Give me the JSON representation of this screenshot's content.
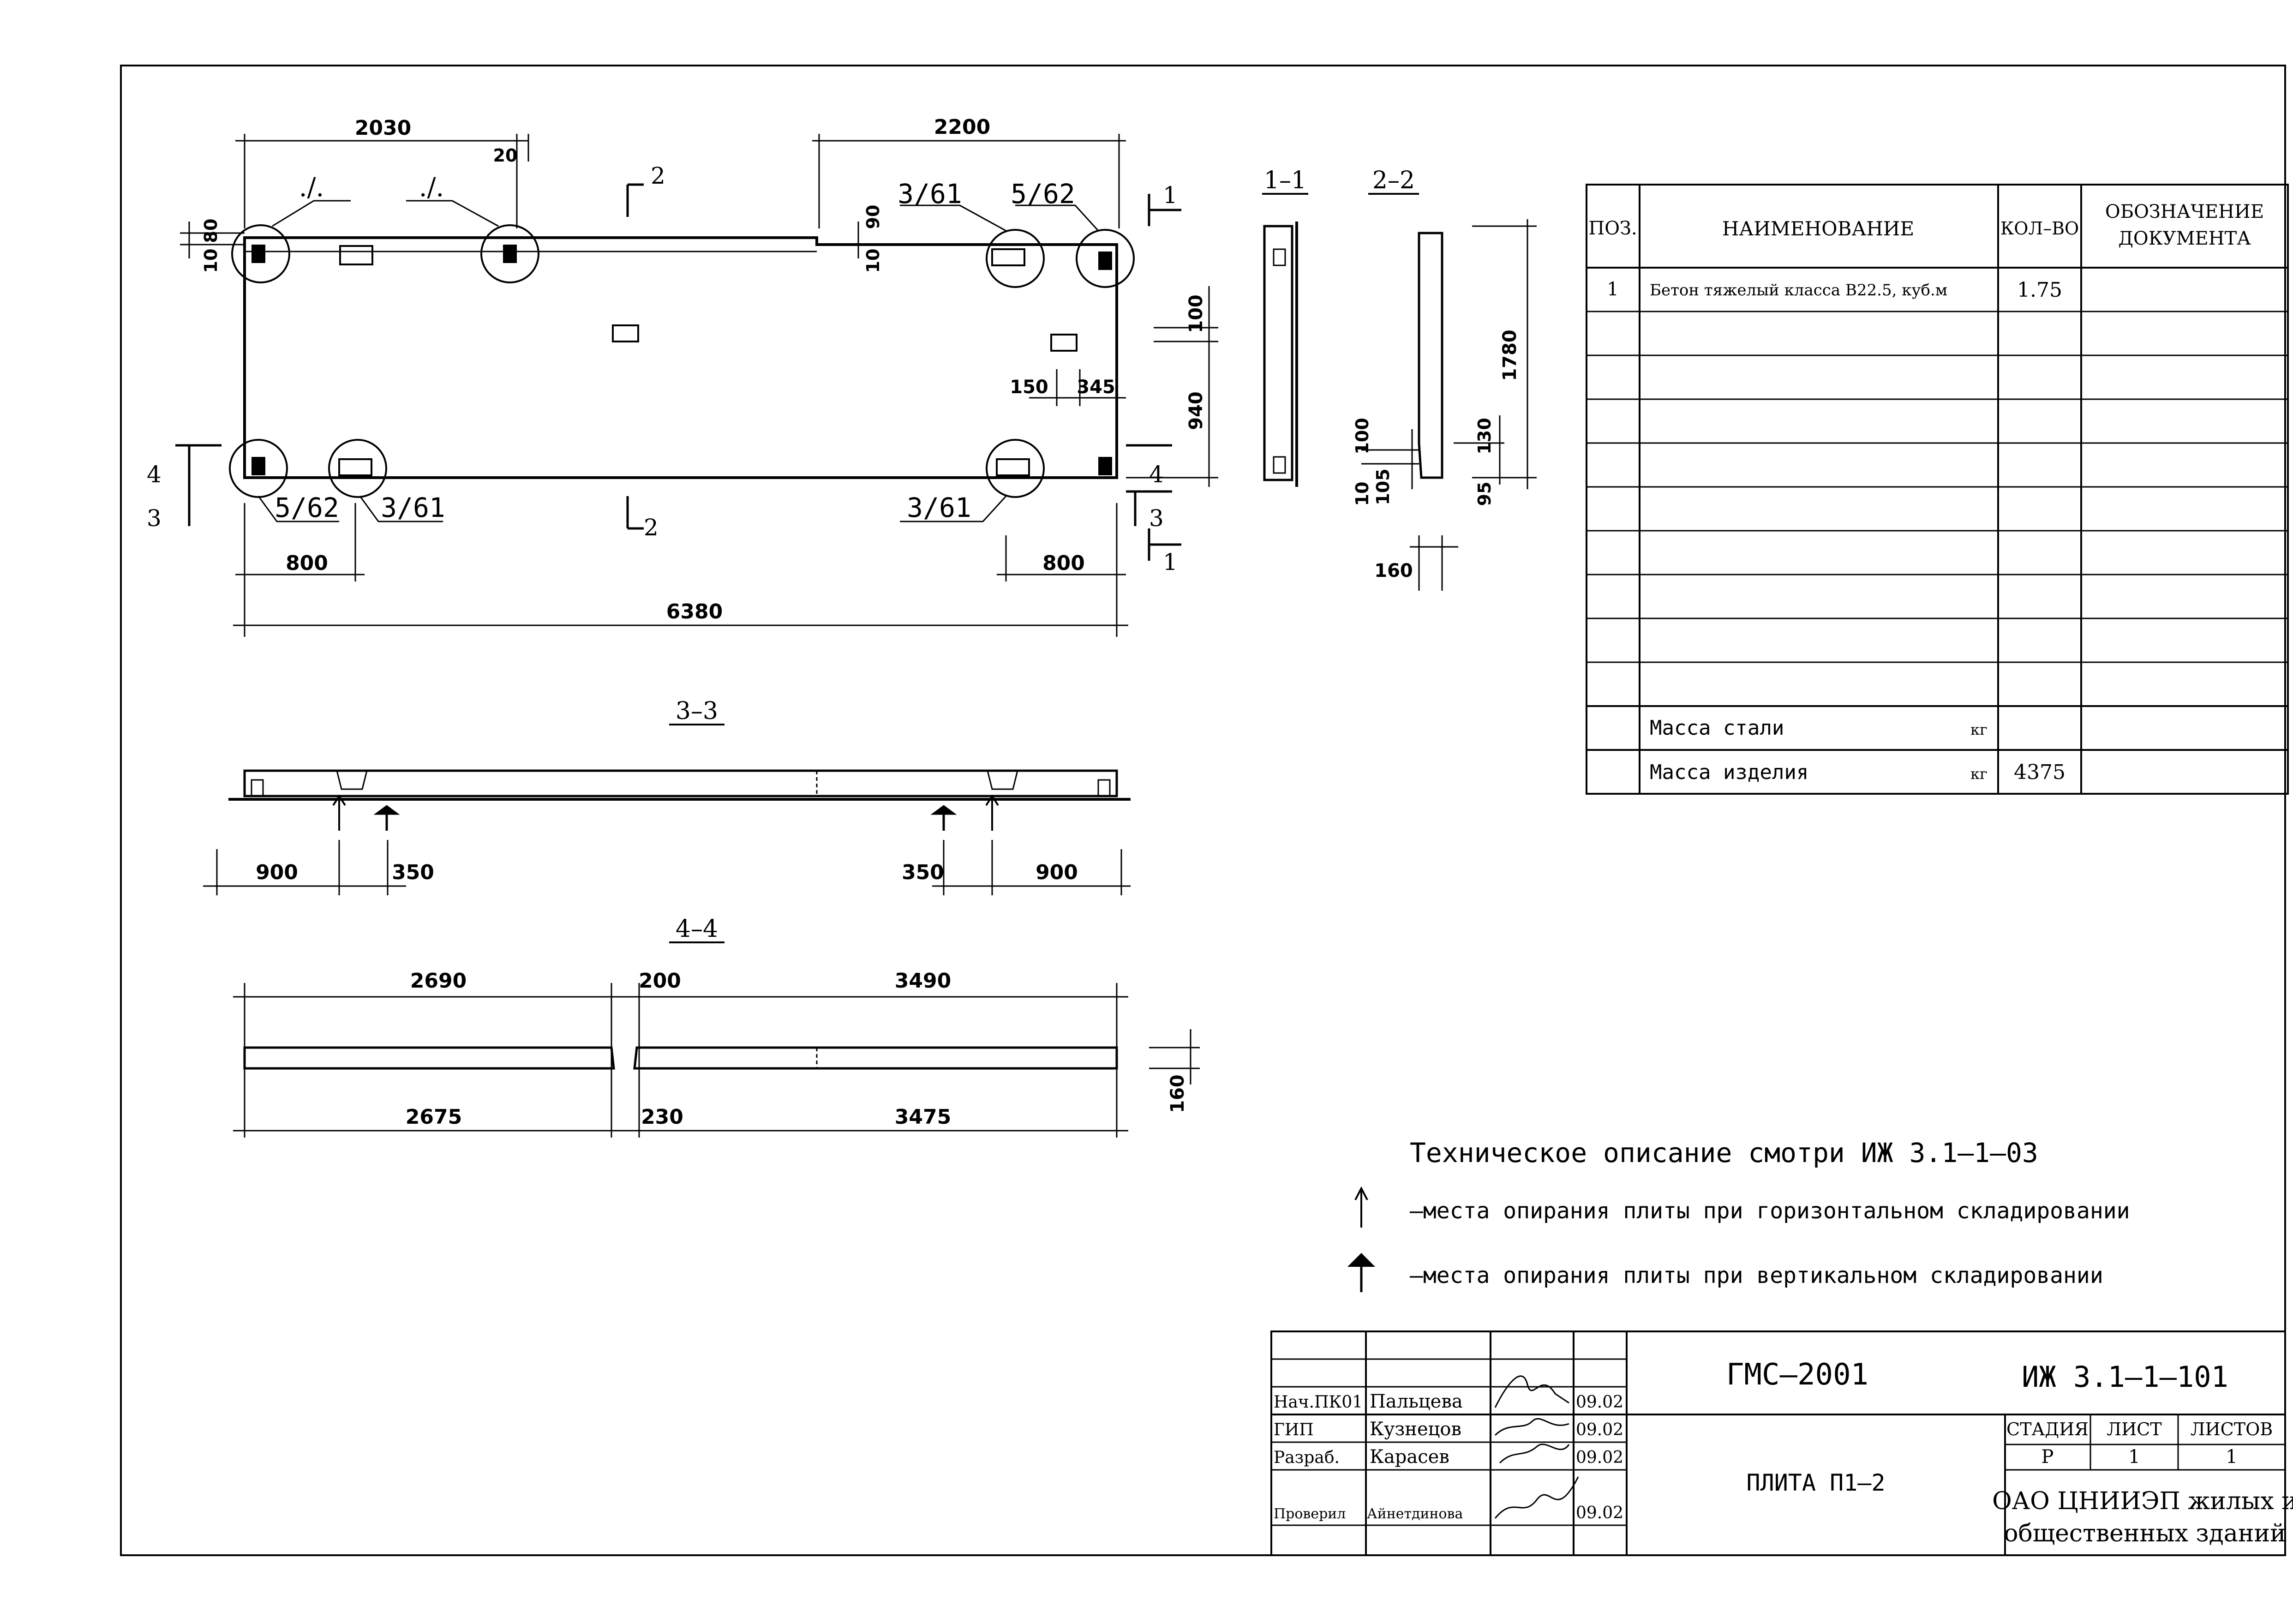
{
  "plan": {
    "dims": {
      "top_left": "2030",
      "top_small": "20",
      "top_right": "2200",
      "left_80": "80",
      "left_10": "10",
      "mid_90": "90",
      "mid_10": "10",
      "right_100": "100",
      "right_940": "940",
      "right_150": "150",
      "right_345": "345",
      "bottom_left_800": "800",
      "bottom_right_800": "800",
      "overall": "6380"
    },
    "callouts": {
      "tl1": "./.",
      "tl2": "./.",
      "tr1": "3/61",
      "tr2": "5/62",
      "bl1": "5/62",
      "bl2": "3/61",
      "br1": "3/61"
    },
    "section_marks": {
      "s2_top": "2",
      "s2_bot": "2",
      "s1_top": "1",
      "s1_bot": "1",
      "s4_left": "4",
      "s3_left": "3",
      "s4_right": "4",
      "s3_right": "3"
    }
  },
  "sec11": {
    "title": "1–1"
  },
  "sec22": {
    "title": "2–2",
    "d1780": "1780",
    "d100": "100",
    "d10": "10",
    "d105": "105",
    "d130": "130",
    "d95": "95",
    "d160": "160"
  },
  "sec33": {
    "title": "3–3",
    "d900l": "900",
    "d350l": "350",
    "d350r": "350",
    "d900r": "900"
  },
  "sec44": {
    "title": "4–4",
    "d2690": "2690",
    "d200": "200",
    "d3490": "3490",
    "d2675": "2675",
    "d230": "230",
    "d3475": "3475",
    "d160": "160"
  },
  "spec": {
    "headers": {
      "pos": "ПОЗ.",
      "name": "НАИМЕНОВАНИЕ",
      "qty": "КОЛ–ВО",
      "doc1": "ОБОЗНАЧЕНИЕ",
      "doc2": "ДОКУМЕНТА"
    },
    "row1": {
      "pos": "1",
      "name": "Бетон тяжелый класса В22.5, куб.м",
      "qty": "1.75"
    },
    "steel": {
      "label": "Масса стали",
      "unit": "кг",
      "value": ""
    },
    "item": {
      "label": "Масса изделия",
      "unit": "кг",
      "value": "4375"
    }
  },
  "notes": {
    "tech": "Техническое описание  смотри ИЖ 3.1–1–03",
    "horizontal": "–места опирания плиты при горизонтальном складировании",
    "vertical": "–места опирания плиты при вертикальном складировании"
  },
  "stamp": {
    "project": "ГМС–2001",
    "code": "ИЖ 3.1–1–101",
    "title": "ПЛИТА П1–2",
    "stage_h": "СТАДИЯ",
    "sheet_h": "ЛИСТ",
    "sheets_h": "ЛИСТОВ",
    "stage": "Р",
    "sheet": "1",
    "sheets": "1",
    "org1": "ОАО ЦНИИЭП жилых и",
    "org2": "общественных зданий",
    "people": [
      {
        "role": "Нач.ПК01",
        "name": "Пальцева",
        "date": "09.02"
      },
      {
        "role": "ГИП",
        "name": "Кузнецов",
        "date": "09.02"
      },
      {
        "role": "Разраб.",
        "name": "Карасев",
        "date": "09.02"
      },
      {
        "role": "Проверил",
        "name": "Айнетдинова",
        "date": "09.02"
      }
    ]
  }
}
